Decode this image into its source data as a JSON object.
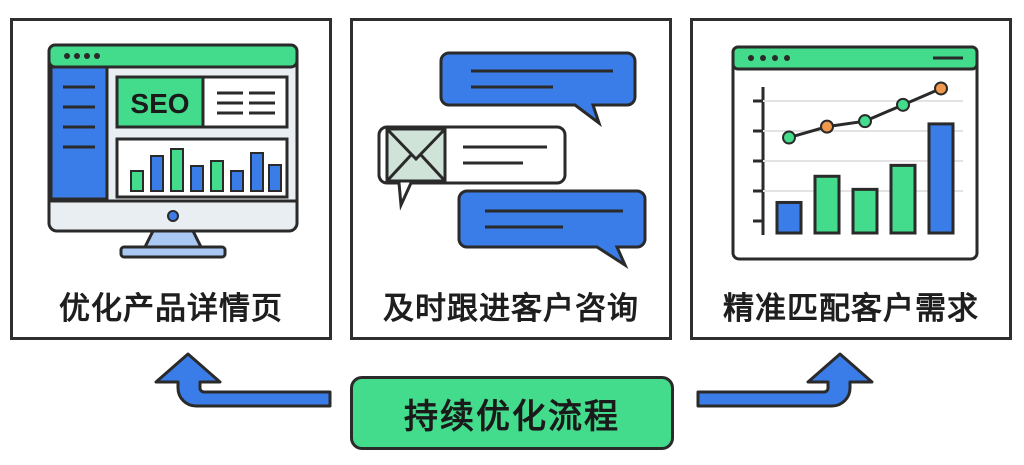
{
  "cards": [
    {
      "label": "优化产品详情页",
      "badge": "SEO"
    },
    {
      "label": "及时跟进客户咨询"
    },
    {
      "label": "精准匹配客户需求"
    }
  ],
  "center": {
    "label": "持续优化流程"
  },
  "colors": {
    "blue": "#3b7de8",
    "green": "#43db8c",
    "outline": "#2a2a2a",
    "orange": "#f0984c",
    "light_blue_stand": "#a9c8f3"
  },
  "chart_data": {
    "type": "bar",
    "bars": [
      28,
      52,
      40,
      62,
      100
    ],
    "line": [
      60,
      70,
      75,
      90,
      105
    ]
  }
}
